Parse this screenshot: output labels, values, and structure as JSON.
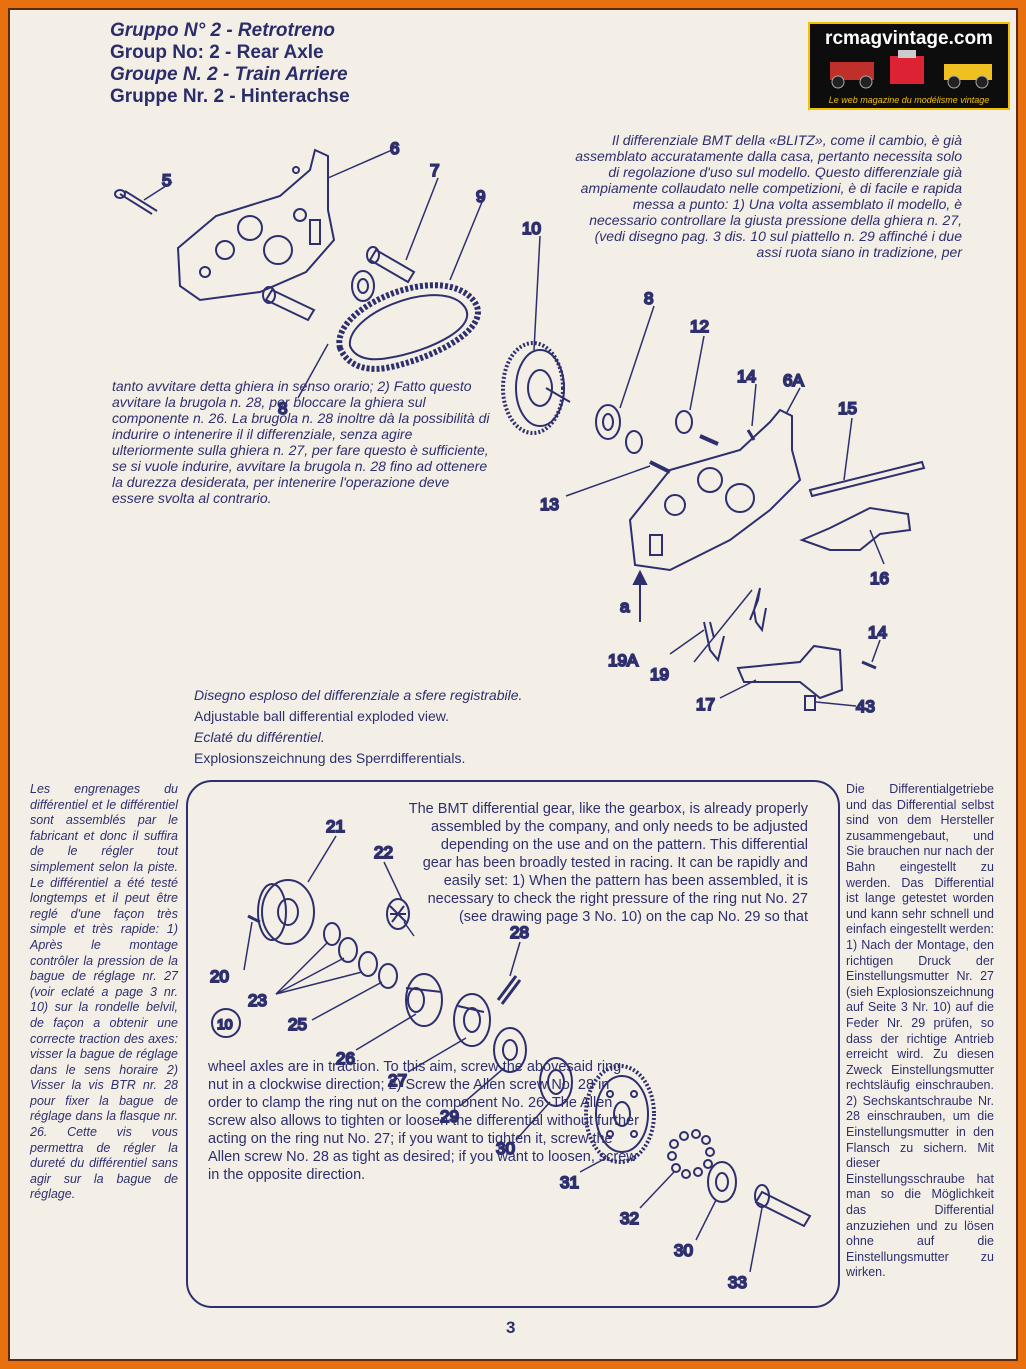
{
  "header": {
    "line1": "Gruppo N° 2 - Retrotreno",
    "line2": "Group No: 2 - Rear Axle",
    "line3": "Groupe N. 2 - Train Arriere",
    "line4": "Gruppe Nr. 2 - Hinterachse"
  },
  "logo": {
    "title": "rcmagvintage.com",
    "tagline": "Le web magazine du modélisme vintage"
  },
  "italian_top": "Il differenziale BMT della «BLITZ», come il cambio, è già assemblato accuratamente dalla casa, pertanto necessita solo di regolazione d'uso sul modello. Questo differenziale già ampiamente collaudato nelle competizioni, è di facile e rapida messa a punto: 1) Una volta assemblato il modello, è necessario controllare la giusta pressione della ghiera n. 27, (vedi disegno pag. 3 dis. 10 sul piattello n. 29 affinché i due assi ruota siano in tradizione, per",
  "italian_left": "tanto avvitare detta ghiera in senso orario; 2) Fatto questo avvitare la brugola n. 28, per bloccare la ghiera sul componente n. 26. La brugola n. 28 inoltre dà la possibilità di indurire o intenerire il il differenziale, senza agire ulteriormente sulla ghiera n. 27, per fare questo è sufficiente, se si vuole indurire, avvitare la brugola n. 28 fino ad ottenere la durezza desiderata, per intenerire l'operazione deve essere svolta al contrario.",
  "captions": {
    "it": "Disegno esploso del differenziale a sfere registrabile.",
    "en": "Adjustable ball differential exploded view.",
    "fr": "Eclaté du différentiel.",
    "de": "Explosionszeichnung des Sperrdifferentials."
  },
  "french": "Les engrenages du différentiel et le différentiel sont assemblés par le fabricant et donc il suffira de le régler tout simplement selon la piste. Le différentiel a été testé longtemps et il peut être reglé d'une façon très simple et très rapide: 1) Après le montage contrôler la pression de la bague de réglage nr. 27 (voir eclaté a page 3 nr. 10) sur la rondelle belvil, de façon a obtenir une correcte traction des axes: visser la bague de réglage dans le sens horaire 2) Visser la vis BTR nr. 28 pour fixer la bague de réglage dans la flasque nr. 26. Cette vis vous permettra de régler la dureté du différentiel sans agir sur la bague de réglage.",
  "english_top": "The BMT differential gear, like the gearbox, is already properly assembled by the company, and only needs to be adjusted depending on the use and on the pattern. This differential gear has been broadly tested in racing. It can be rapidly and easily set: 1) When the pattern has been assembled, it is necessary to check the right pressure of the ring nut No. 27 (see drawing page 3 No. 10) on the cap No. 29 so that",
  "english_bottom": "wheel axles are in traction. To this aim, screw the abovesaid ring nut in a clockwise direction; 2) Screw the Allen screw No. 28 in order to clamp the ring nut on the component No. 26. The Allen screw also allows to tighten or loosen the differential without further acting on the ring nut No. 27; if you want to tighten it, screw the Allen screw No. 28 as tight as desired; if you want to loosen, screw in the opposite direction.",
  "german": "Die Differentialgetriebe und das Differential selbst sind von dem Hersteller zusammengebaut, und Sie brauchen nur nach der Bahn eingestellt zu werden. Das Differential ist lange getestet worden und kann sehr schnell und einfach eingestellt werden: 1) Nach der Montage, den richtigen Druck der Einstellungsmutter Nr. 27 (sieh Explosionszeichnung auf Seite 3 Nr. 10) auf die Feder Nr. 29 prüfen, so dass der richtige Antrieb erreicht wird. Zu diesen Zweck Einstellungsmutter rechtsläufig einschrauben. 2) Sechskantschraube Nr. 28 einschrauben, um die Einstellungsmutter in den Flansch zu sichern. Mit dieser Einstellungsschraube hat man so die Möglichkeit das Differential anzuziehen und zu lösen ohne auf die Einstellungsmutter zu wirken.",
  "part_labels": {
    "p5": "5",
    "p6": "6",
    "p7": "7",
    "p9": "9",
    "p10": "10",
    "p8a": "8",
    "p8b": "8",
    "p12": "12",
    "p14a": "14",
    "p6a": "6A",
    "p15": "15",
    "p13": "13",
    "p16": "16",
    "pa": "a",
    "p19a": "19A",
    "p19": "19",
    "p14b": "14",
    "p17": "17",
    "p43": "43",
    "d21": "21",
    "d22": "22",
    "d28": "28",
    "d20": "20",
    "d23": "23",
    "d25": "25",
    "d26": "26",
    "d27": "27",
    "d29": "29",
    "d30a": "30",
    "d31": "31",
    "d32": "32",
    "d30b": "30",
    "d33": "33",
    "drawing_no": "10"
  },
  "page_number": "3"
}
